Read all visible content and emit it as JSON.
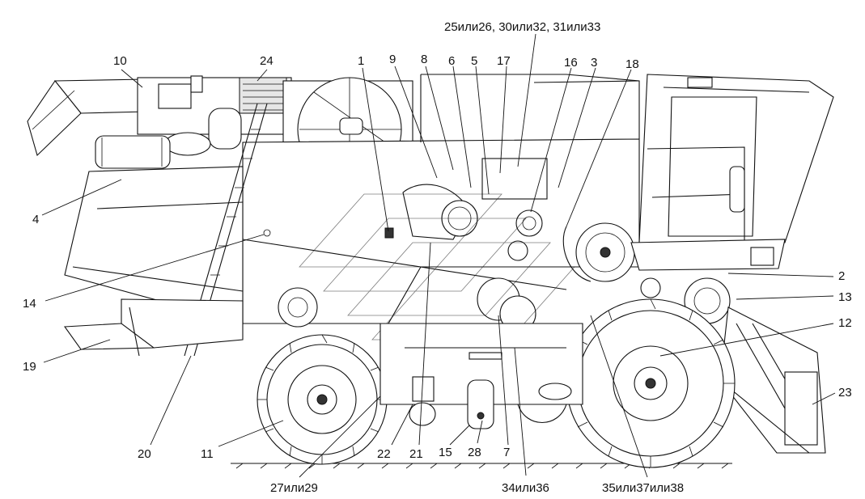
{
  "callouts": [
    {
      "id": "c10",
      "text": "10"
    },
    {
      "id": "c24",
      "text": "24"
    },
    {
      "id": "c1",
      "text": "1"
    },
    {
      "id": "c9",
      "text": "9"
    },
    {
      "id": "c8",
      "text": "8"
    },
    {
      "id": "c6",
      "text": "6"
    },
    {
      "id": "c5",
      "text": "5"
    },
    {
      "id": "c17",
      "text": "17"
    },
    {
      "id": "c16",
      "text": "16"
    },
    {
      "id": "c3",
      "text": "3"
    },
    {
      "id": "c18",
      "text": "18"
    },
    {
      "id": "c25",
      "text": "25или26, 30или32, 31или33"
    },
    {
      "id": "c4",
      "text": "4"
    },
    {
      "id": "c14",
      "text": "14"
    },
    {
      "id": "c19",
      "text": "19"
    },
    {
      "id": "c20",
      "text": "20"
    },
    {
      "id": "c11",
      "text": "11"
    },
    {
      "id": "c22",
      "text": "22"
    },
    {
      "id": "c21",
      "text": "21"
    },
    {
      "id": "c15",
      "text": "15"
    },
    {
      "id": "c28",
      "text": "28"
    },
    {
      "id": "c7",
      "text": "7"
    },
    {
      "id": "c2",
      "text": "2"
    },
    {
      "id": "c13",
      "text": "13"
    },
    {
      "id": "c12",
      "text": "12"
    },
    {
      "id": "c23",
      "text": "23"
    },
    {
      "id": "c27",
      "text": "27или29"
    },
    {
      "id": "c34",
      "text": "34или36"
    },
    {
      "id": "c35",
      "text": "35или37или38"
    }
  ]
}
